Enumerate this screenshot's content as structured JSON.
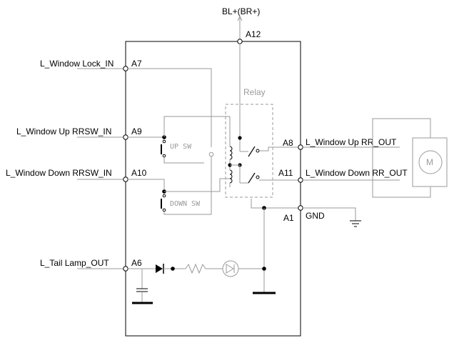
{
  "power": {
    "label": "BL+(BR+)",
    "pin": "A12"
  },
  "inputs": [
    {
      "pin": "A7",
      "label": "L_Window Lock_IN"
    },
    {
      "pin": "A9",
      "label": "L_Window Up RRSW_IN"
    },
    {
      "pin": "A10",
      "label": "L_Window Down RRSW_IN"
    },
    {
      "pin": "A6",
      "label": "L_Tail Lamp_OUT"
    }
  ],
  "outputs": [
    {
      "pin": "A8",
      "label": "L_Window Up RR_OUT"
    },
    {
      "pin": "A11",
      "label": "L_Window Down RR_OUT"
    },
    {
      "pin": "A1",
      "label": "GND"
    }
  ],
  "relay_label": "Relay",
  "switches": {
    "up": "UP SW",
    "down": "DOWN SW"
  },
  "motor_label": "M",
  "colors": {
    "main": "#000000",
    "internal": "#9a9a9a"
  }
}
